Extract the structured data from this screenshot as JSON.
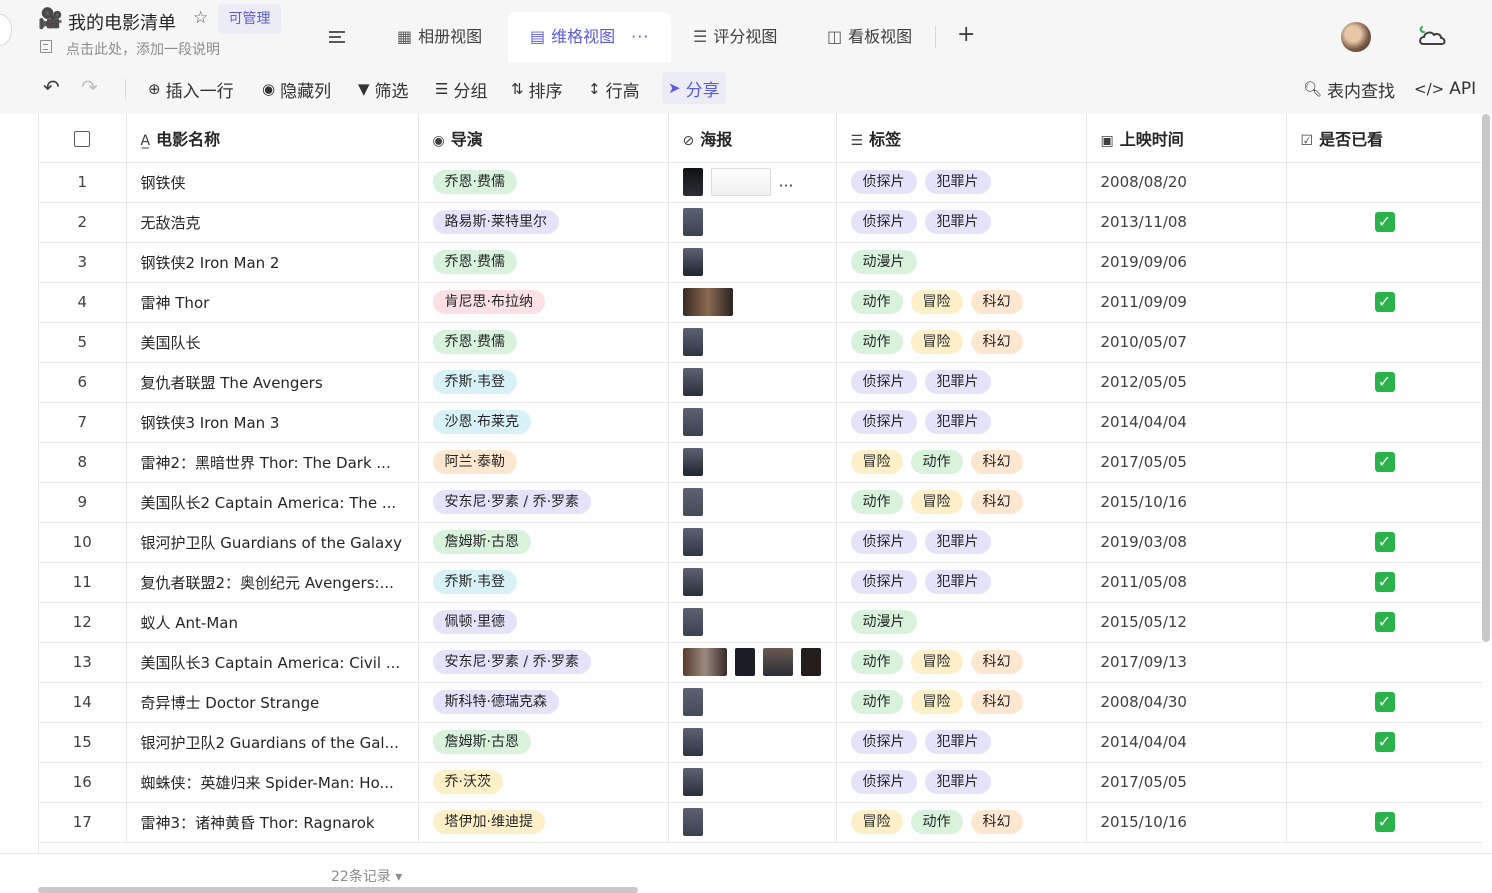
{
  "app": {
    "title": "我的电影清单",
    "logo_icon": "🎥",
    "manage_badge": "可管理",
    "description_placeholder": "点击此处，添加一段说明"
  },
  "views": [
    {
      "label": "相册视图",
      "icon": "grid-icon"
    },
    {
      "label": "维格视图",
      "icon": "table-icon",
      "active": true
    },
    {
      "label": "评分视图",
      "icon": "list-icon"
    },
    {
      "label": "看板视图",
      "icon": "kanban-icon"
    }
  ],
  "toolbar": {
    "insert_row": "插入一行",
    "hide_columns": "隐藏列",
    "filter": "筛选",
    "group": "分组",
    "sort": "排序",
    "row_height": "行高",
    "share": "分享",
    "search_in_table": "表内查找",
    "api": "API"
  },
  "table": {
    "columns": [
      "电影名称",
      "导演",
      "海报",
      "标签",
      "上映时间",
      "是否已看"
    ],
    "rows": [
      {
        "idx": "1",
        "name": "钢铁侠",
        "director": "乔恩·费儒",
        "director_color": "green",
        "poster": "multi-screens",
        "tags": [
          "侦探片",
          "犯罪片"
        ],
        "date": "2008/08/20",
        "seen": false
      },
      {
        "idx": "2",
        "name": "无敌浩克",
        "director": "路易斯·莱特里尔",
        "director_color": "purple",
        "poster": "single",
        "tags": [
          "侦探片",
          "犯罪片"
        ],
        "date": "2013/11/08",
        "seen": true
      },
      {
        "idx": "3",
        "name": "钢铁侠2 Iron Man 2",
        "director": "乔恩·费儒",
        "director_color": "green",
        "poster": "single",
        "tags": [
          "动漫片"
        ],
        "date": "2019/09/06",
        "seen": false
      },
      {
        "idx": "4",
        "name": "雷神 Thor",
        "director": "肯尼思·布拉纳",
        "director_color": "pink",
        "poster": "wide",
        "tags": [
          "动作",
          "冒险",
          "科幻"
        ],
        "date": "2011/09/09",
        "seen": true
      },
      {
        "idx": "5",
        "name": "美国队长",
        "director": "乔恩·费儒",
        "director_color": "green",
        "poster": "single",
        "tags": [
          "动作",
          "冒险",
          "科幻"
        ],
        "date": "2010/05/07",
        "seen": false
      },
      {
        "idx": "6",
        "name": "复仇者联盟 The Avengers",
        "director": "乔斯·韦登",
        "director_color": "cyan",
        "poster": "single",
        "tags": [
          "侦探片",
          "犯罪片"
        ],
        "date": "2012/05/05",
        "seen": true
      },
      {
        "idx": "7",
        "name": "钢铁侠3 Iron Man 3",
        "director": "沙恩·布莱克",
        "director_color": "cyan",
        "poster": "single",
        "tags": [
          "侦探片",
          "犯罪片"
        ],
        "date": "2014/04/04",
        "seen": false
      },
      {
        "idx": "8",
        "name": "雷神2：黑暗世界 Thor: The Dark ...",
        "director": "阿兰·泰勒",
        "director_color": "orange",
        "poster": "single",
        "tags": [
          "冒险",
          "动作",
          "科幻"
        ],
        "date": "2017/05/05",
        "seen": true
      },
      {
        "idx": "9",
        "name": "美国队长2 Captain America: The ...",
        "director": "安东尼·罗素 / 乔·罗素",
        "director_color": "purple",
        "poster": "single",
        "tags": [
          "动作",
          "冒险",
          "科幻"
        ],
        "date": "2015/10/16",
        "seen": false
      },
      {
        "idx": "10",
        "name": "银河护卫队 Guardians of the Galaxy",
        "director": "詹姆斯·古恩",
        "director_color": "green",
        "poster": "single",
        "tags": [
          "侦探片",
          "犯罪片"
        ],
        "date": "2019/03/08",
        "seen": true
      },
      {
        "idx": "11",
        "name": "复仇者联盟2：奥创纪元 Avengers:...",
        "director": "乔斯·韦登",
        "director_color": "cyan",
        "poster": "single",
        "tags": [
          "侦探片",
          "犯罪片"
        ],
        "date": "2011/05/08",
        "seen": true
      },
      {
        "idx": "12",
        "name": "蚁人 Ant-Man",
        "director": "佩顿·里德",
        "director_color": "purple",
        "poster": "single",
        "tags": [
          "动漫片"
        ],
        "date": "2015/05/12",
        "seen": true
      },
      {
        "idx": "13",
        "name": "美国队长3 Captain America: Civil ...",
        "director": "安东尼·罗素 / 乔·罗素",
        "director_color": "purple",
        "poster": "multi",
        "tags": [
          "动作",
          "冒险",
          "科幻"
        ],
        "date": "2017/09/13",
        "seen": false
      },
      {
        "idx": "14",
        "name": "奇异博士 Doctor Strange",
        "director": "斯科特·德瑞克森",
        "director_color": "purple",
        "poster": "single",
        "tags": [
          "动作",
          "冒险",
          "科幻"
        ],
        "date": "2008/04/30",
        "seen": true
      },
      {
        "idx": "15",
        "name": "银河护卫队2 Guardians of the Gal...",
        "director": "詹姆斯·古恩",
        "director_color": "green",
        "poster": "single",
        "tags": [
          "侦探片",
          "犯罪片"
        ],
        "date": "2014/04/04",
        "seen": true
      },
      {
        "idx": "16",
        "name": "蜘蛛侠：英雄归来 Spider-Man: Ho...",
        "director": "乔·沃茨",
        "director_color": "yellow",
        "poster": "single",
        "tags": [
          "侦探片",
          "犯罪片"
        ],
        "date": "2017/05/05",
        "seen": false
      },
      {
        "idx": "17",
        "name": "雷神3：诸神黄昏 Thor: Ragnarok",
        "director": "塔伊加·维迪提",
        "director_color": "yellow",
        "poster": "single",
        "tags": [
          "冒险",
          "动作",
          "科幻"
        ],
        "date": "2015/10/16",
        "seen": true
      }
    ]
  },
  "tag_colors": {
    "侦探片": "purple",
    "犯罪片": "purple",
    "动漫片": "green",
    "动作": "green",
    "冒险": "yellow",
    "科幻": "orange"
  },
  "footer": {
    "record_count": "22条记录"
  },
  "colors": {
    "accent": "#5b5bd6",
    "check": "#2ab24b"
  }
}
